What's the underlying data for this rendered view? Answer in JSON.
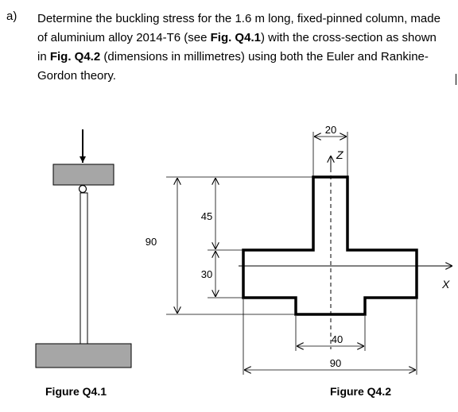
{
  "question": {
    "label": "a)",
    "text_1": "Determine the buckling stress for the 1.6 m long, fixed-pinned column, made of aluminium alloy 2014-T6 (see ",
    "fig_ref_1": "Fig. Q4.1",
    "text_2": ") with the cross-section as shown in ",
    "fig_ref_2": "Fig. Q4.2",
    "text_3": " (dimensions in millimetres) using both the Euler and Rankine-Gordon theory."
  },
  "figure_q41": {
    "caption": "Figure Q4.1"
  },
  "figure_q42": {
    "caption": "Figure Q4.2",
    "dims": {
      "top_width": "20",
      "total_height": "90",
      "upper_height": "45",
      "middle_height": "30",
      "bottom_width": "40",
      "total_width": "90"
    },
    "axis_z": "Z",
    "axis_x": "X"
  }
}
